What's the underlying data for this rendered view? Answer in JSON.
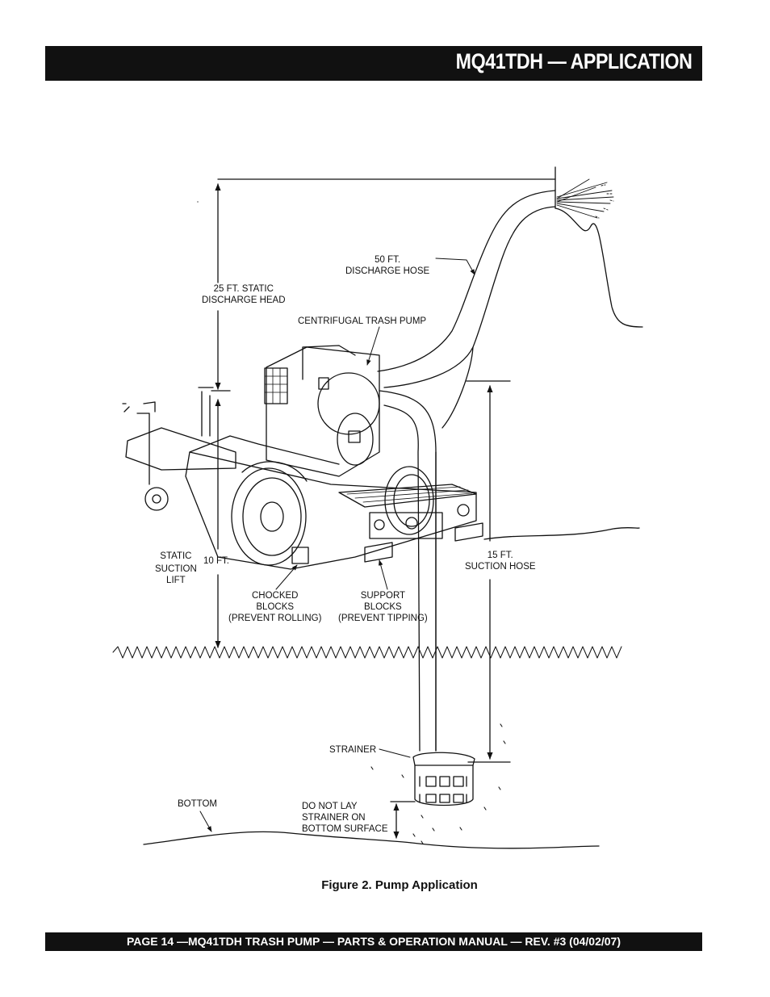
{
  "header": {
    "title": "MQ41TDH — APPLICATION"
  },
  "figure": {
    "labels": {
      "discharge_hose_l1": "50 FT.",
      "discharge_hose_l2": "DISCHARGE HOSE",
      "static_head_l1": "25 FT. STATIC",
      "static_head_l2": "DISCHARGE HEAD",
      "pump": "CENTRIFUGAL TRASH PUMP",
      "static_l1": "STATIC",
      "static_l2": "SUCTION",
      "static_l3": "LIFT",
      "ten_ft": "10 FT.",
      "suction_hose_l1": "15 FT.",
      "suction_hose_l2": "SUCTION HOSE",
      "chocked_l1": "CHOCKED",
      "chocked_l2": "BLOCKS",
      "chocked_l3": "(PREVENT ROLLING)",
      "support_l1": "SUPPORT",
      "support_l2": "BLOCKS",
      "support_l3": "(PREVENT TIPPING)",
      "strainer": "STRAINER",
      "bottom": "BOTTOM",
      "donot_l1": "DO NOT LAY",
      "donot_l2": "STRAINER ON",
      "donot_l3": "BOTTOM SURFACE"
    },
    "caption": "Figure 2. Pump Application"
  },
  "footer": {
    "text": "PAGE 14 —MQ41TDH TRASH PUMP  — PARTS & OPERATION MANUAL — REV. #3 (04/02/07)"
  }
}
